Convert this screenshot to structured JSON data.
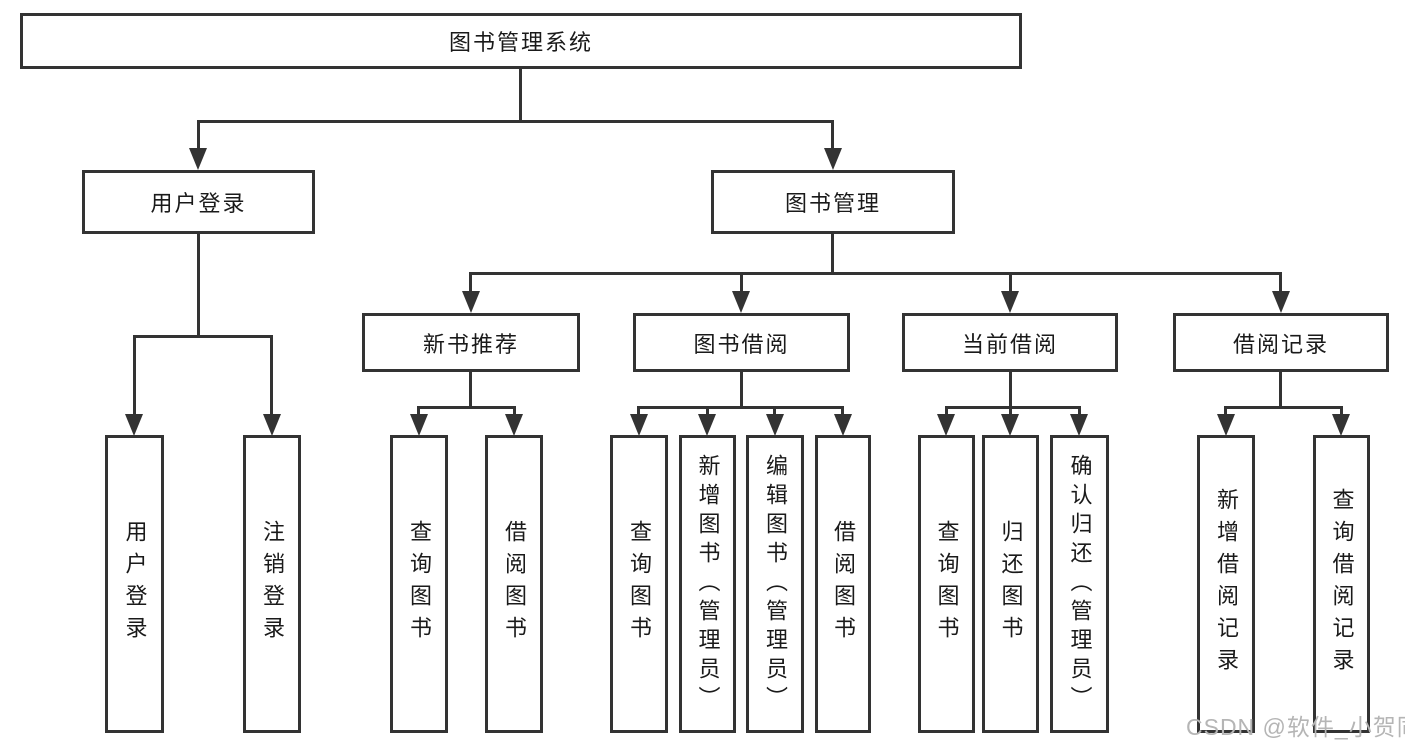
{
  "diagram": {
    "type": "tree",
    "title": "图书管理系统",
    "colors": {
      "line": "#333333",
      "box_border": "#333333",
      "text": "#1a1a1a",
      "background": "#ffffff"
    },
    "nodes": {
      "root": {
        "label": "图书管理系统"
      },
      "login": {
        "label": "用户登录"
      },
      "mgmt": {
        "label": "图书管理"
      },
      "rec": {
        "label": "新书推荐"
      },
      "borrow": {
        "label": "图书借阅"
      },
      "current": {
        "label": "当前借阅"
      },
      "records": {
        "label": "借阅记录"
      },
      "user_login": {
        "label": "用户登录"
      },
      "logout": {
        "label": "注销登录"
      },
      "rec_query": {
        "label": "查询图书"
      },
      "rec_borrow": {
        "label": "借阅图书"
      },
      "borrow_query": {
        "label": "查询图书"
      },
      "borrow_add": {
        "label": "新增图书（管理员）"
      },
      "borrow_edit": {
        "label": "编辑图书（管理员）"
      },
      "borrow_lend": {
        "label": "借阅图书"
      },
      "current_query": {
        "label": "查询图书"
      },
      "current_return": {
        "label": "归还图书"
      },
      "current_confirm": {
        "label": "确认归还（管理员）"
      },
      "records_add": {
        "label": "新增借阅记录"
      },
      "records_query": {
        "label": "查询借阅记录"
      }
    },
    "edges": [
      {
        "from": "root",
        "to": [
          "login",
          "mgmt"
        ]
      },
      {
        "from": "login",
        "to": [
          "user_login",
          "logout"
        ]
      },
      {
        "from": "mgmt",
        "to": [
          "rec",
          "borrow",
          "current",
          "records"
        ]
      },
      {
        "from": "rec",
        "to": [
          "rec_query",
          "rec_borrow"
        ]
      },
      {
        "from": "borrow",
        "to": [
          "borrow_query",
          "borrow_add",
          "borrow_edit",
          "borrow_lend"
        ]
      },
      {
        "from": "current",
        "to": [
          "current_query",
          "current_return",
          "current_confirm"
        ]
      },
      {
        "from": "records",
        "to": [
          "records_add",
          "records_query"
        ]
      }
    ]
  },
  "watermark": {
    "text": "CSDN @软件_小贺同学",
    "color": "#b5b5b5"
  }
}
